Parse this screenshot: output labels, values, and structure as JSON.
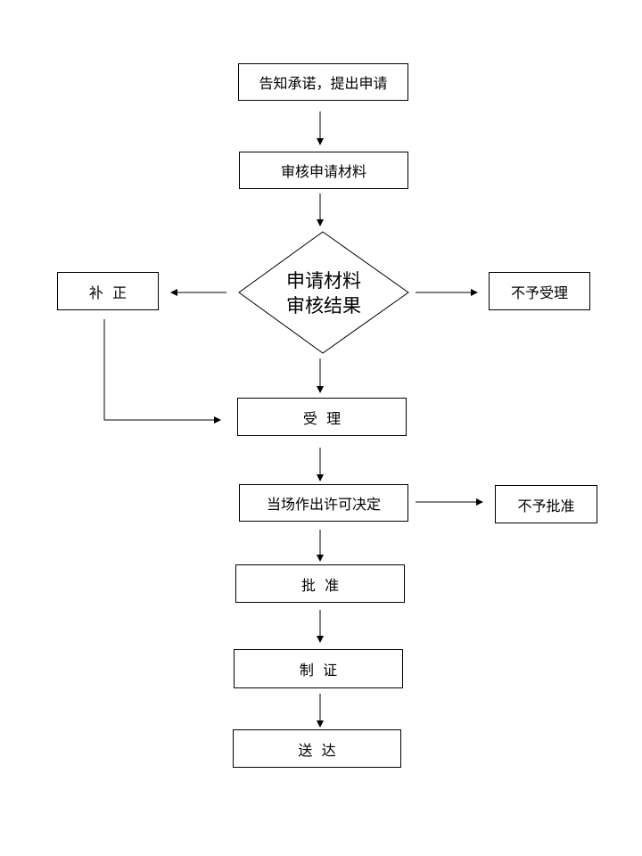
{
  "nodes": {
    "apply": "告知承诺，提出申请",
    "review": "审核申请材料",
    "decision_line1": "申请材料",
    "decision_line2": "审核结果",
    "supplement": "补  正",
    "reject_accept": "不予受理",
    "accept": "受  理",
    "decide": "当场作出许可决定",
    "reject_approve": "不予批准",
    "approve": "批  准",
    "issue": "制  证",
    "deliver": "送  达"
  }
}
